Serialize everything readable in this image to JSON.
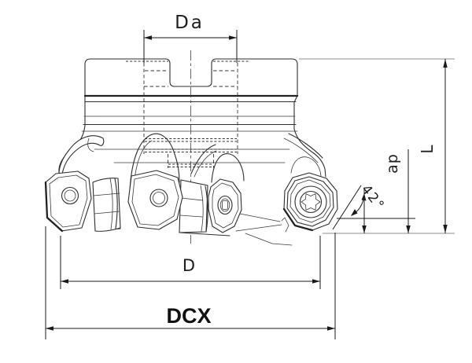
{
  "figure": {
    "description": "Technical line drawing of a 42-degree face milling cutter with octagonal indexable inserts, shown in side elevation with dimension annotations",
    "labels": {
      "adaptor_bore_diameter": "Da",
      "overall_height": "L",
      "depth_of_cut": "ap",
      "entering_angle": "42°",
      "cutting_diameter": "D",
      "max_diameter": "DCX"
    },
    "colors": {
      "background": "#ffffff",
      "outline": "#2e2e2e",
      "dimension": "#1a1a1a",
      "hidden_line": "#333333",
      "extension_gray": "#8f8f8f"
    }
  }
}
